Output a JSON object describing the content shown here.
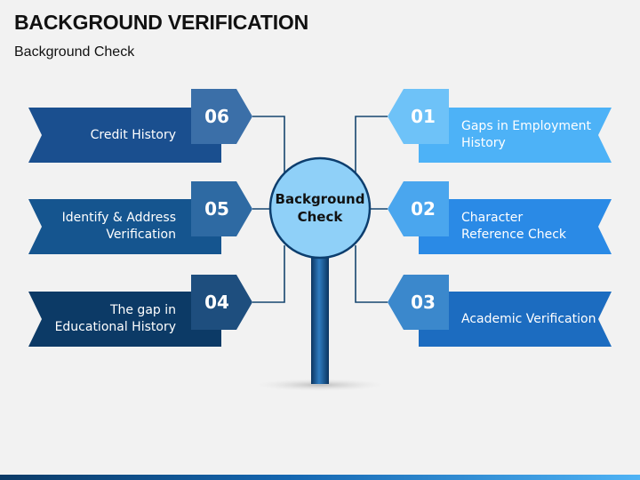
{
  "header": {
    "title": "BACKGROUND VERIFICATION",
    "subtitle": "Background Check"
  },
  "center": {
    "label_line1": "Background",
    "label_line2": "Check"
  },
  "items": [
    {
      "number": "01",
      "line1": "Gaps in Employment",
      "line2": "History",
      "color": "#4db2f7"
    },
    {
      "number": "02",
      "line1": "Character",
      "line2": "Reference Check",
      "color": "#2a8ae6"
    },
    {
      "number": "03",
      "line1": "Academic Verification",
      "line2": "",
      "color": "#1c6cc0"
    },
    {
      "number": "04",
      "line1": "The gap in",
      "line2": "Educational History",
      "color": "#0c3a66"
    },
    {
      "number": "05",
      "line1": "Identify & Address",
      "line2": "Verification",
      "color": "#15558f"
    },
    {
      "number": "06",
      "line1": "Credit History",
      "line2": "",
      "color": "#1a4f8f"
    }
  ],
  "colors": {
    "background": "#f2f2f2",
    "circle_fill": "#8fd0f8",
    "circle_stroke": "#0d3e6e",
    "connector": "#16466f"
  }
}
